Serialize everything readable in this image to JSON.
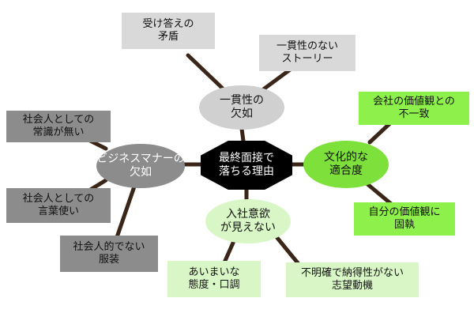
{
  "center": {
    "label": "最終面接で\n落ちる理由"
  },
  "branches": {
    "consistency": {
      "label": "一貫性の\n欠如",
      "leaves": [
        "受け答えの\n矛盾",
        "一貫性のない\nストーリー"
      ]
    },
    "culture": {
      "label": "文化的な\n適合度",
      "leaves": [
        "会社の価値観との\n不一致",
        "自分の価値観に\n固執"
      ]
    },
    "motivation": {
      "label": "入社意欲\nが見えない",
      "leaves": [
        "あいまいな\n態度・口調",
        "不明確で納得性がない\n志望動機"
      ]
    },
    "manners": {
      "label": "ビジネスマナーの\n欠如",
      "leaves": [
        "社会人としての\n常識が無い",
        "社会人としての\n言葉使い",
        "社会人的でない\n服装"
      ]
    }
  },
  "colors": {
    "connector": "#3a2618",
    "center": "#000000",
    "gray_branch": "#d0d0d0",
    "dark_branch": "#8c8c8c",
    "green_branch": "#7ee03a",
    "pale_green": "#d9f7c6",
    "lime_leaf": "#8ef04a",
    "light_gray_leaf": "#d9d9d9"
  }
}
